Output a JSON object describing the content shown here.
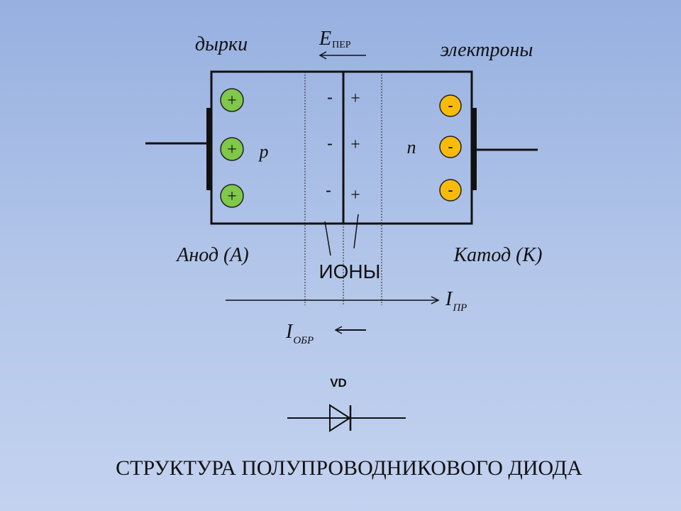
{
  "labels": {
    "holes": "дырки",
    "electrons": "электроны",
    "field_main": "E",
    "field_sub": "ПЕР",
    "p_region": "p",
    "n_region": "n",
    "anode": "Анод (А)",
    "cathode": "Катод (К)",
    "ions": "ИОНЫ",
    "forward_current_main": "I",
    "forward_current_sub": "ПР",
    "reverse_current_main": "I",
    "reverse_current_sub": "ОБР",
    "diode_symbol_label": "VD",
    "title": "СТРУКТУРА ПОЛУПРОВОДНИКОВОГО ДИОДА"
  },
  "charges": {
    "hole_sign": "+",
    "electron_sign": "-",
    "junction_negative": [
      "-",
      "-",
      "-"
    ],
    "junction_positive": [
      "+",
      "+",
      "+"
    ]
  },
  "colors": {
    "hole_fill": "#7fc84a",
    "electron_fill": "#f7bb0c",
    "line": "#111111"
  }
}
